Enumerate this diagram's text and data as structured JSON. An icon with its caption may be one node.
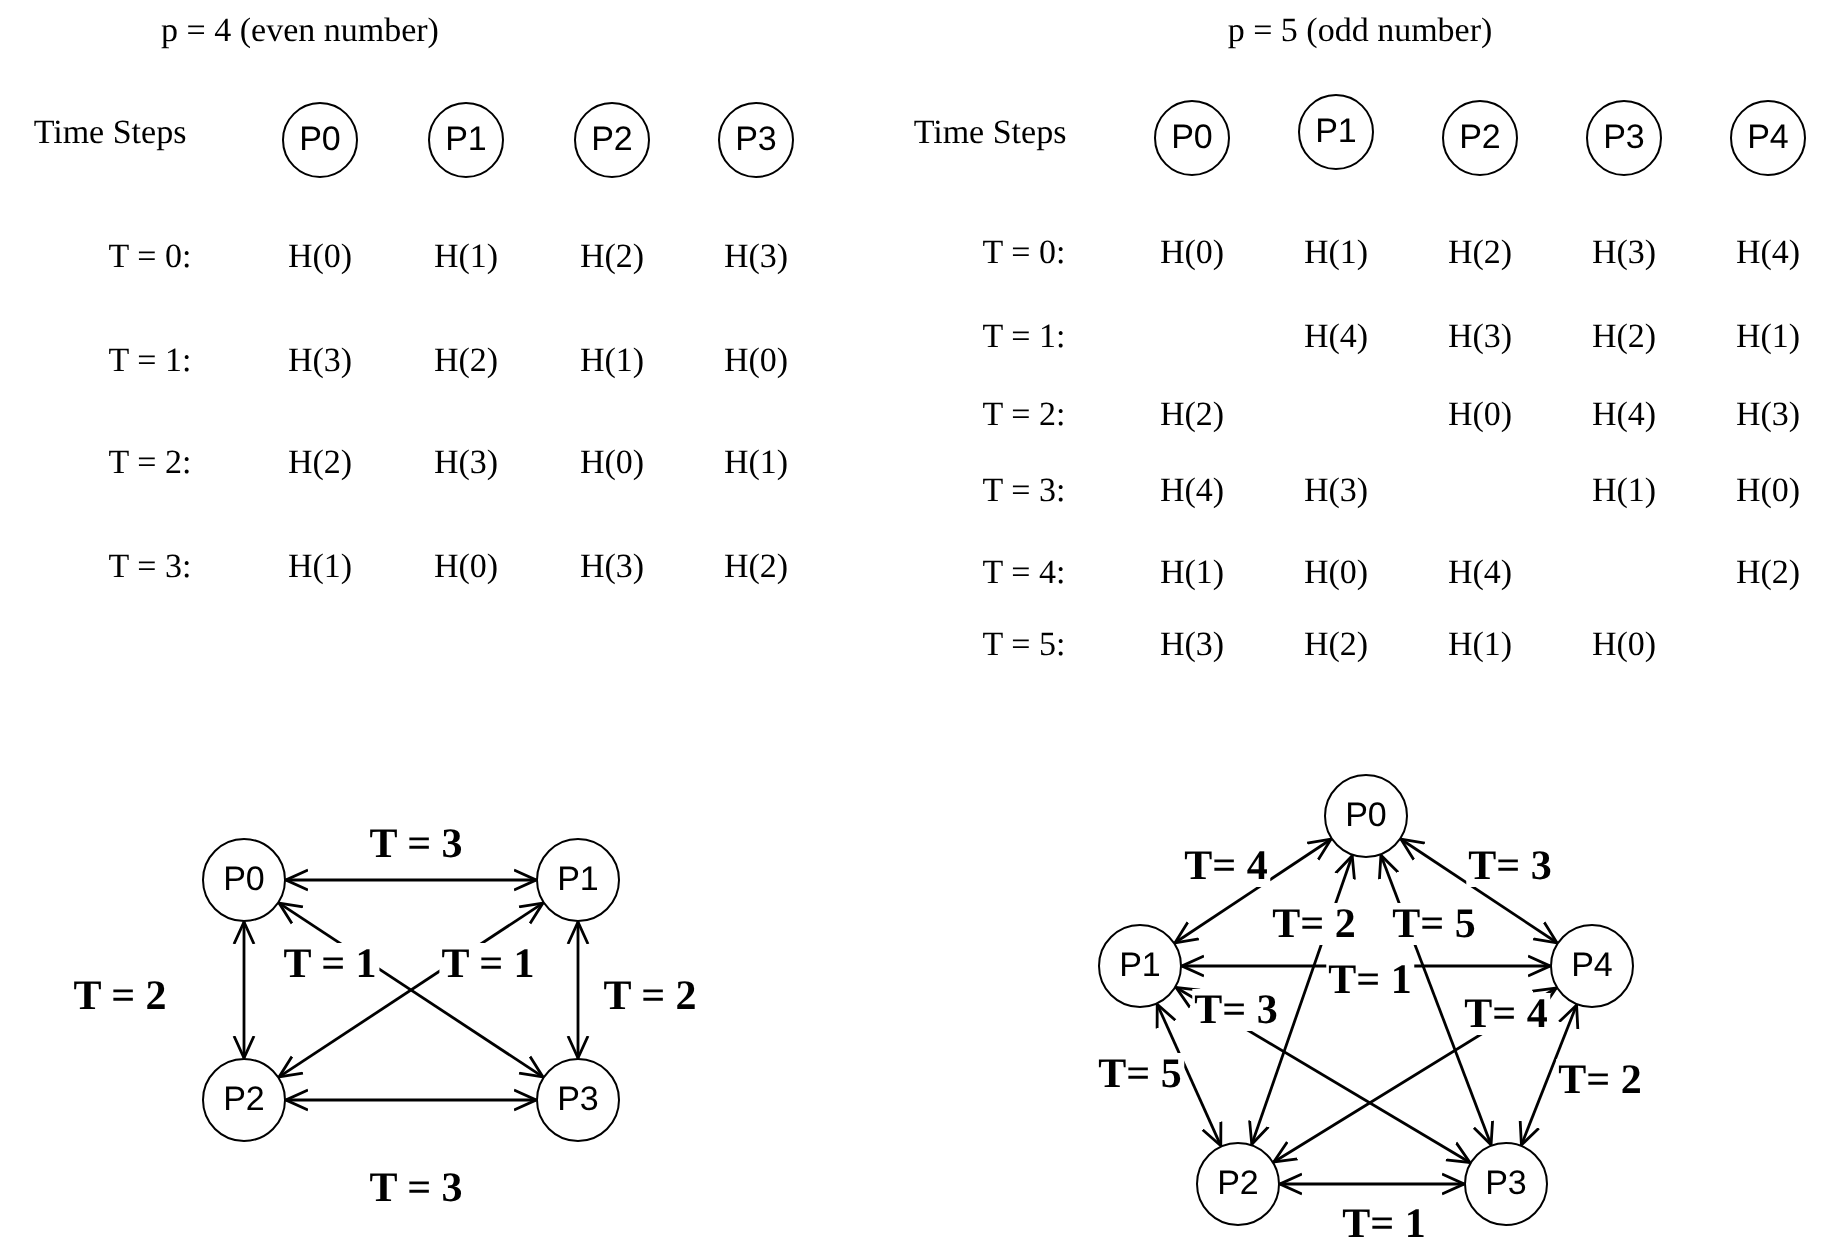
{
  "diagram": {
    "nodes": [
      {
        "text": [
          "P0"
        ]
      },
      {
        "text": [
          "P1"
        ]
      },
      {
        "text": [
          "P2"
        ]
      },
      {
        "text": [
          "P3"
        ]
      },
      {
        "text": [
          "P0"
        ]
      },
      {
        "text": [
          "P1"
        ]
      },
      {
        "text": [
          "P2"
        ]
      },
      {
        "text": [
          "P3"
        ]
      },
      {
        "text": [
          "P4"
        ]
      },
      {
        "text": [
          "P0"
        ]
      },
      {
        "text": [
          "P1"
        ]
      },
      {
        "text": [
          "P2"
        ]
      },
      {
        "text": [
          "P3"
        ]
      },
      {
        "text": [
          "P0"
        ]
      },
      {
        "text": [
          "P1"
        ]
      },
      {
        "text": [
          "P4"
        ]
      },
      {
        "text": [
          "P2"
        ]
      },
      {
        "text": [
          "P3"
        ]
      }
    ],
    "edges": [
      {
        "from": 9,
        "to": 10,
        "arrow": "both",
        "label": "T = 3"
      },
      {
        "from": 9,
        "to": 11,
        "arrow": "both",
        "label": "T = 2"
      },
      {
        "from": 9,
        "to": 12,
        "arrow": "both",
        "label": "T = 1"
      },
      {
        "from": 10,
        "to": 11,
        "arrow": "both",
        "label": "T = 1"
      },
      {
        "from": 10,
        "to": 12,
        "arrow": "both",
        "label": "T = 2"
      },
      {
        "from": 11,
        "to": 12,
        "arrow": "both",
        "label": "T = 3"
      },
      {
        "from": 13,
        "to": 14,
        "arrow": "both",
        "label": "T= 4"
      },
      {
        "from": 13,
        "to": 15,
        "arrow": "both",
        "label": "T= 3"
      },
      {
        "from": 13,
        "to": 16,
        "arrow": "both",
        "label": "T= 2"
      },
      {
        "from": 13,
        "to": 17,
        "arrow": "both",
        "label": "T= 5"
      },
      {
        "from": 14,
        "to": 15,
        "arrow": "both",
        "label": "T= 1"
      },
      {
        "from": 14,
        "to": 17,
        "arrow": "both",
        "label": "T= 3"
      },
      {
        "from": 16,
        "to": 15,
        "arrow": "both",
        "label": "T= 4"
      },
      {
        "from": 14,
        "to": 16,
        "arrow": "both",
        "label": "T= 5"
      },
      {
        "from": 17,
        "to": 15,
        "arrow": "both",
        "label": "T= 2"
      },
      {
        "from": 16,
        "to": 17,
        "arrow": "both",
        "label": "T= 1"
      }
    ],
    "labels": [
      "p = 4 (even number)",
      "p = 5 (odd number)",
      "Time Steps",
      "Time Steps",
      "T = 0:",
      "H(0)",
      "H(1)",
      "H(2)",
      "H(3)",
      "T = 1:",
      "H(3)",
      "H(2)",
      "H(1)",
      "H(0)",
      "T = 2:",
      "H(2)",
      "H(3)",
      "H(0)",
      "H(1)",
      "T = 3:",
      "H(1)",
      "H(0)",
      "H(3)",
      "H(2)",
      "T = 0:",
      "H(0)",
      "H(1)",
      "H(2)",
      "H(3)",
      "H(4)",
      "T = 1:",
      "H(4)",
      "H(3)",
      "H(2)",
      "H(1)",
      "T = 2:",
      "H(2)",
      "H(0)",
      "H(4)",
      "H(3)",
      "T = 3:",
      "H(4)",
      "H(3)",
      "H(1)",
      "H(0)",
      "T = 4:",
      "H(1)",
      "H(0)",
      "H(4)",
      "H(2)",
      "T = 5:",
      "H(3)",
      "H(2)",
      "H(1)",
      "H(0)"
    ]
  }
}
